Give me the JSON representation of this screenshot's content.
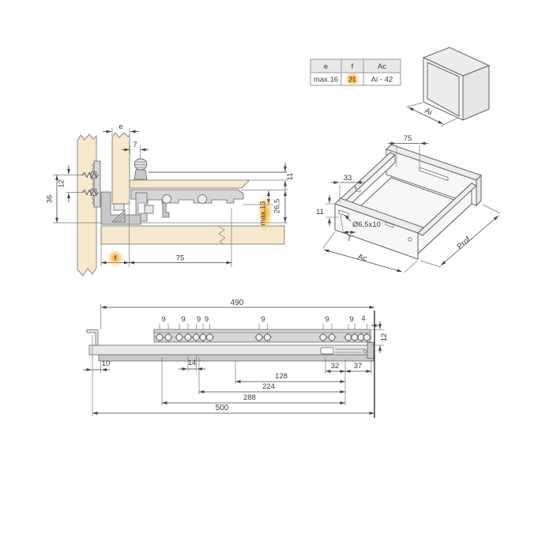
{
  "drawing": {
    "cross_section": {
      "dim_e": "e",
      "dim_7": "7",
      "dim_12": "12",
      "dim_36": "36",
      "dim_11": "11",
      "dim_26_5": "26,5",
      "dim_max13": "max.13",
      "dim_f": "f",
      "dim_75": "75"
    },
    "spec_table": {
      "headers": [
        "e",
        "f",
        "Ac"
      ],
      "values": [
        "max.16",
        "21",
        "Ai - 42"
      ],
      "highlighted_value": "21"
    },
    "cabinet_cube": {
      "dim_ai": "Ai"
    },
    "drawer_3d": {
      "dim_75": "75",
      "dim_33": "33",
      "dim_11": "11",
      "hole_label": "Ø6,5x10",
      "dim_7": "7",
      "dim_ac": "Ac",
      "dim_prof": "Prof."
    },
    "slide_side_view": {
      "dim_490": "490",
      "dim_500": "500",
      "dim_288": "288",
      "dim_224": "224",
      "dim_128": "128",
      "dim_32": "32",
      "dim_37": "37",
      "dim_14": "14",
      "dim_10": "10",
      "dim_12": "12",
      "dim_9": "9",
      "dim_4": "4"
    },
    "colors": {
      "wood": "#f6e9cc",
      "highlight": "#f2a51d",
      "line": "#5f5f5f",
      "metal": "#d6d6d6"
    }
  }
}
